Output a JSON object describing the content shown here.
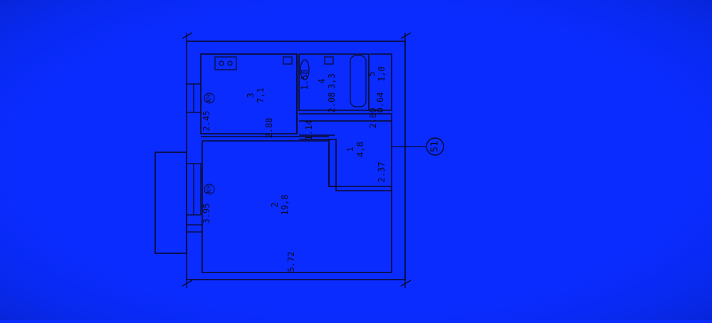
{
  "colors": {
    "paper": "#0a2cff",
    "paper_edge": "#1438ff",
    "ink": "#0a0a2a"
  },
  "rooms": [
    {
      "number": "1",
      "area": "4,8"
    },
    {
      "number": "2",
      "area": "19,8"
    },
    {
      "number": "3",
      "area": "7,1"
    },
    {
      "number": "4",
      "area": "3,3"
    },
    {
      "number": "5",
      "area": "1,0"
    }
  ],
  "dimensions": {
    "top_left": "2.45",
    "room3_width": "2.88",
    "corridor_width": "1.14",
    "room2_left": "3.95",
    "room2_width": "5.72",
    "bath_depth": "1.58",
    "bath_width": "2.08",
    "wc_width": "0.64",
    "hall_width": "2.80",
    "hall_depth": "2.37"
  },
  "ceiling_marks": [
    "КЧ",
    "КЧ"
  ],
  "axis_marker": "51"
}
